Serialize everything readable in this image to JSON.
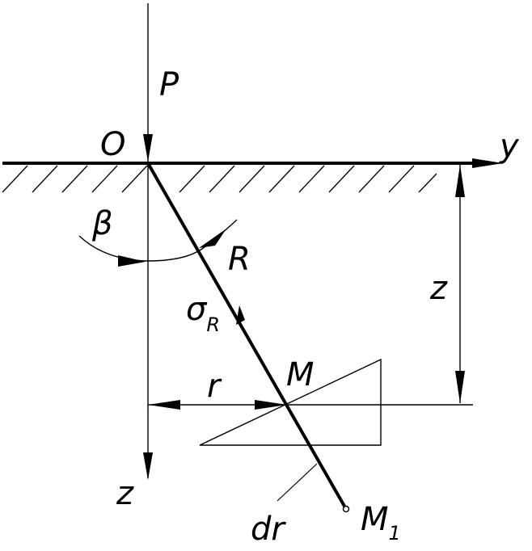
{
  "labels": {
    "force": "P",
    "origin": "O",
    "axis_y": "y",
    "axis_z_bottom": "z",
    "depth": "z",
    "angle": "β",
    "radius_vector": "R",
    "stress_base": "σ",
    "stress_sub": "R",
    "point": "M",
    "horizontal_distance": "r",
    "differential": "dr",
    "end_point_base": "M",
    "end_point_sub": "1"
  },
  "colors": {
    "ink": "#000000",
    "background": "#ffffff"
  }
}
